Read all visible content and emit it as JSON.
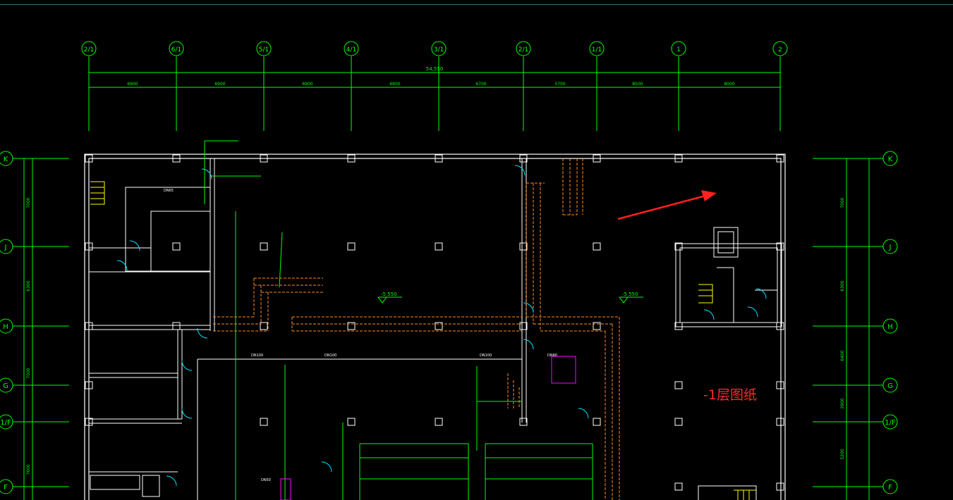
{
  "drawing": {
    "annotation_label": "-1层图纸",
    "top_axes": [
      "2/1",
      "6/1",
      "5/1",
      "4/1",
      "3/1",
      "2/1",
      "1/1",
      "1",
      "2"
    ],
    "top_dimensions": [
      "6900",
      "6900",
      "6900",
      "6900",
      "6700",
      "5700",
      "8500",
      "8000"
    ],
    "top_total_dimension": "54,550",
    "side_axes": [
      "K",
      "J",
      "H",
      "G",
      "1/F",
      "F"
    ],
    "left_dimensions": [
      "7000",
      "6300",
      "7500",
      "7600"
    ],
    "right_dimensions": [
      "7000",
      "6300",
      "6400",
      "2900",
      "5200"
    ],
    "elevation_marks": [
      "-5.550",
      "-5.550"
    ],
    "pipe_labels": [
      "DN100",
      "DN100",
      "DN100",
      "DN80",
      "DN65",
      "DN50"
    ],
    "colors": {
      "background": "#000000",
      "axis_lines": "#00ff00",
      "walls": "#ffffff",
      "pipes_dashed": "#ff8c1a",
      "annotations_magenta": "#ff00ff",
      "doors_cyan": "#00ffff",
      "stairs_yellow": "#ffff00",
      "arrow": "#ff2020"
    }
  }
}
